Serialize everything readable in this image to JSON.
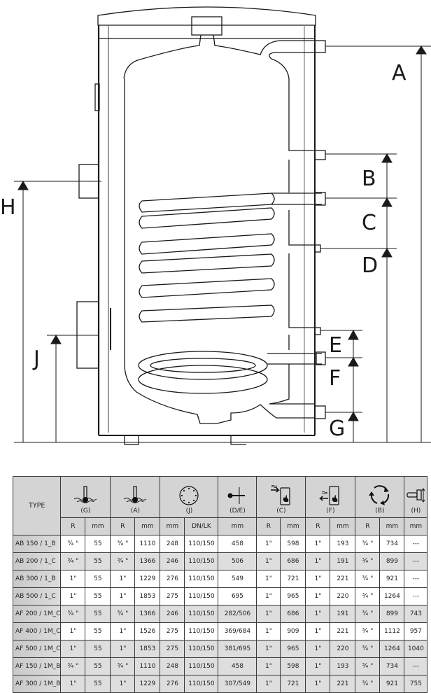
{
  "diagram": {
    "title": "Hot water storage tank with heat-exchanger coil — connection dimensions",
    "dimension_labels": {
      "A": "A",
      "B": "B",
      "C": "C",
      "D": "D",
      "E": "E",
      "F": "F",
      "G": "G",
      "H": "H",
      "J": "J"
    }
  },
  "table": {
    "type_header": "TYPE",
    "groups": [
      {
        "code": "(G)",
        "icon": "thermometer-in-water-icon",
        "subs": [
          "R",
          "mm"
        ]
      },
      {
        "code": "(A)",
        "icon": "thermometer-in-water-icon",
        "subs": [
          "R",
          "mm"
        ]
      },
      {
        "code": "(J)",
        "icon": "flange-bolt-circle-icon",
        "subs": [
          "mm",
          "DN/LK"
        ]
      },
      {
        "code": "(D/E)",
        "icon": "sensor-probe-icon",
        "subs": [
          "mm"
        ]
      },
      {
        "code": "(C)",
        "icon": "heating-inlet-icon",
        "subs": [
          "R",
          "mm"
        ]
      },
      {
        "code": "(F)",
        "icon": "heating-outlet-icon",
        "subs": [
          "R",
          "mm"
        ]
      },
      {
        "code": "(B)",
        "icon": "circulation-icon",
        "subs": [
          "R",
          "mm"
        ]
      },
      {
        "code": "(H)",
        "icon": "electric-heater-icon",
        "subs": [
          "mm"
        ]
      }
    ],
    "rows": [
      {
        "type": "AB 150 / 1_B",
        "cells": [
          "¾ \"",
          "55",
          "¾ \"",
          "1110",
          "248",
          "110/150",
          "458",
          "1\"",
          "598",
          "1\"",
          "193",
          "¾ \"",
          "734",
          "---"
        ]
      },
      {
        "type": "AB 200 / 1_C",
        "cells": [
          "¾ \"",
          "55",
          "¾ \"",
          "1366",
          "246",
          "110/150",
          "506",
          "1\"",
          "686",
          "1\"",
          "191",
          "¾ \"",
          "899",
          "---"
        ]
      },
      {
        "type": "AB 300 / 1_B",
        "cells": [
          "1\"",
          "55",
          "1\"",
          "1229",
          "276",
          "110/150",
          "549",
          "1\"",
          "721",
          "1\"",
          "221",
          "¾ \"",
          "921",
          "---"
        ]
      },
      {
        "type": "AB 500 / 1_C",
        "cells": [
          "1\"",
          "55",
          "1\"",
          "1853",
          "275",
          "110/150",
          "695",
          "1\"",
          "965",
          "1\"",
          "220",
          "¾ \"",
          "1264",
          "---"
        ]
      },
      {
        "type": "AF 200 / 1M_C",
        "cells": [
          "¾ \"",
          "55",
          "¾ \"",
          "1366",
          "246",
          "110/150",
          "282/506",
          "1\"",
          "686",
          "1\"",
          "191",
          "¾ \"",
          "899",
          "743"
        ]
      },
      {
        "type": "AF 400 / 1M_C",
        "cells": [
          "1\"",
          "55",
          "1\"",
          "1526",
          "275",
          "110/150",
          "369/684",
          "1\"",
          "909",
          "1\"",
          "221",
          "¾ \"",
          "1112",
          "957"
        ]
      },
      {
        "type": "AF 500 / 1M_C",
        "cells": [
          "1\"",
          "55",
          "1\"",
          "1853",
          "275",
          "110/150",
          "381/695",
          "1\"",
          "965",
          "1\"",
          "220",
          "¾ \"",
          "1264",
          "1040"
        ]
      },
      {
        "type": "AF 150 / 1M_B",
        "cells": [
          "¾ \"",
          "55",
          "¾ \"",
          "1110",
          "248",
          "110/150",
          "458",
          "1\"",
          "598",
          "1\"",
          "193",
          "¾ \"",
          "734",
          "---"
        ]
      },
      {
        "type": "AF 300 / 1M_B",
        "cells": [
          "1\"",
          "55",
          "1\"",
          "1229",
          "276",
          "110/150",
          "307/549",
          "1\"",
          "721",
          "1\"",
          "221",
          "¾ \"",
          "921",
          "755"
        ]
      }
    ],
    "row_shading": [
      "white",
      "gray",
      "white",
      "white",
      "gray",
      "white",
      "gray",
      "gray",
      "gray"
    ]
  }
}
